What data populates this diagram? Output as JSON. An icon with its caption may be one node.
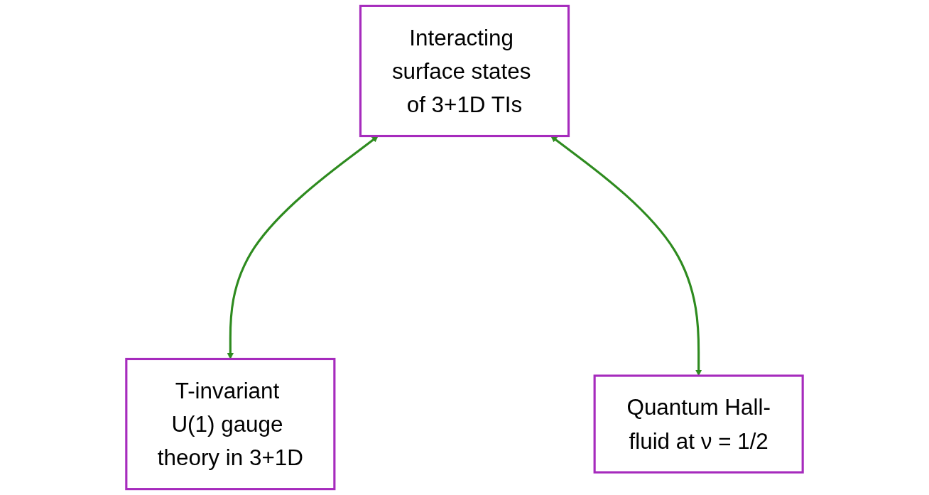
{
  "diagram": {
    "nodes": [
      {
        "text": [
          "Interacting surface states of 3+1D TIs"
        ]
      },
      {
        "text": [
          "T-invariant U(1) gauge theory in 3+1D"
        ]
      },
      {
        "text": [
          "Quantum Hall-fluid at ν = 1/2"
        ]
      }
    ],
    "edges": [
      {
        "from": 0,
        "to": 1,
        "arrow": "both"
      },
      {
        "from": 0,
        "to": 2,
        "arrow": "both"
      }
    ]
  }
}
